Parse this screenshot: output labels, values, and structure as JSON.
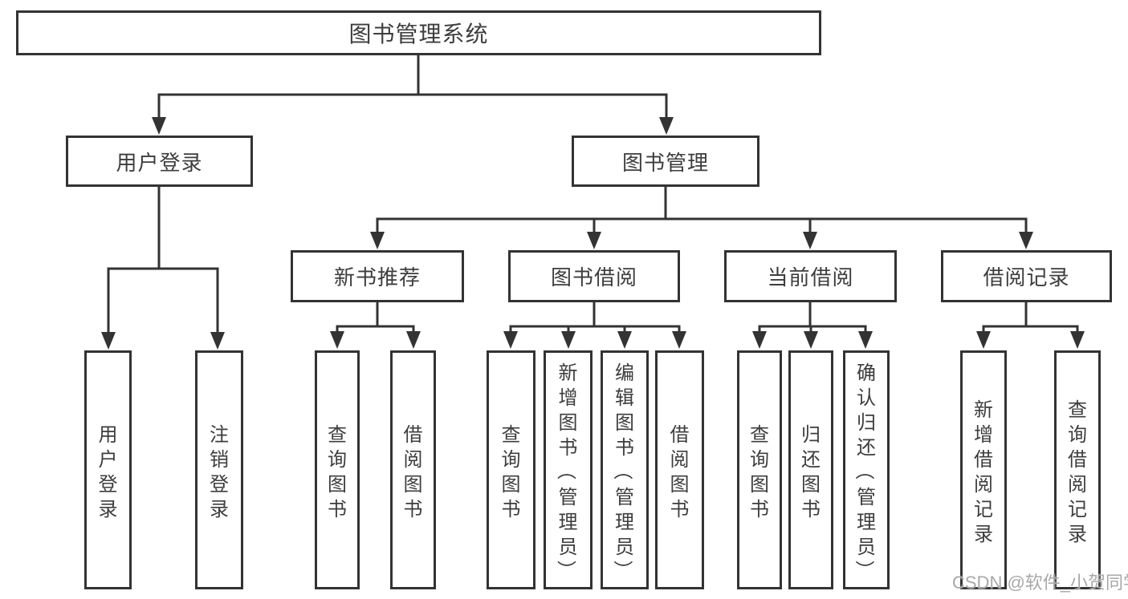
{
  "diagram": {
    "root": {
      "label": "图书管理系统"
    },
    "level2": {
      "user_login": {
        "label": "用户登录"
      },
      "book_mgmt": {
        "label": "图书管理"
      }
    },
    "level3": {
      "new_book_rec": {
        "label": "新书推荐"
      },
      "book_borrow": {
        "label": "图书借阅"
      },
      "current_borrow": {
        "label": "当前借阅"
      },
      "borrow_records": {
        "label": "借阅记录"
      }
    },
    "leaves": {
      "user_login_children": [
        "用户登录",
        "注销登录"
      ],
      "new_book_rec_children": [
        "查询图书",
        "借阅图书"
      ],
      "book_borrow_children": [
        "查询图书",
        "新增图书（管理员）",
        "编辑图书（管理员）",
        "借阅图书"
      ],
      "current_borrow_children": [
        "查询图书",
        "归还图书",
        "确认归还（管理员）"
      ],
      "borrow_records_children": [
        "新增借阅记录",
        "查询借阅记录"
      ]
    }
  },
  "watermark": "CSDN @软件_小贺同学",
  "colors": {
    "line": "#333333",
    "text": "#3d3d3d",
    "watermark": "#a8a8a8",
    "background": "#ffffff"
  }
}
